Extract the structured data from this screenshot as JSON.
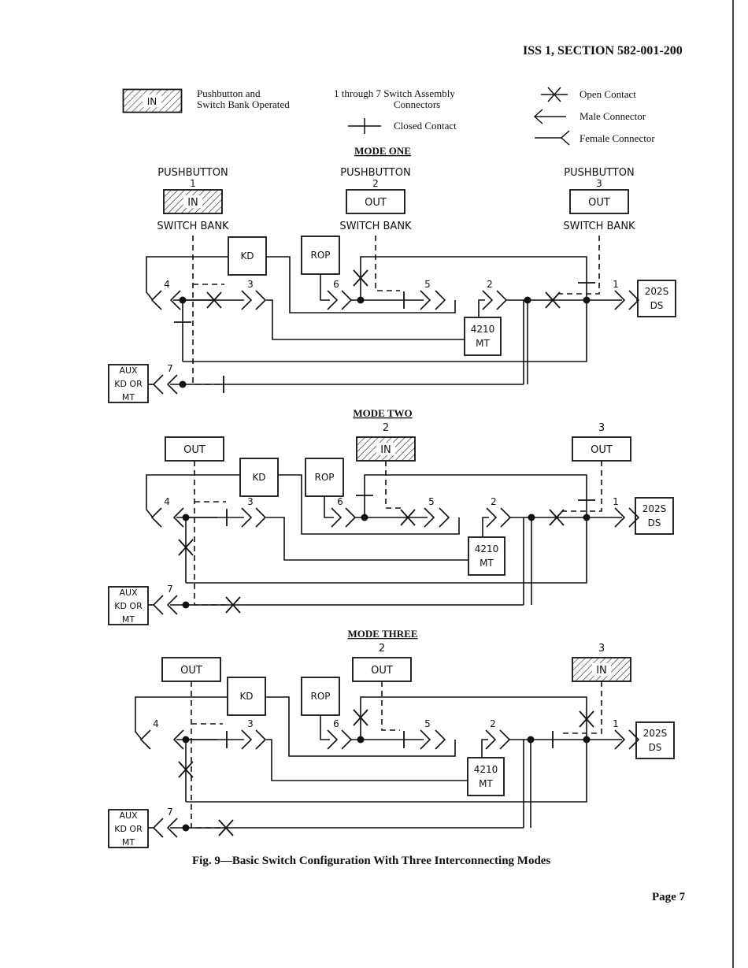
{
  "header": {
    "section": "ISS 1, SECTION 582-001-200"
  },
  "legend": {
    "operated_box_label": "IN",
    "operated_text": [
      "Pushbutton and",
      "Switch Bank Operated"
    ],
    "connectors_text": [
      "1 through 7 Switch Assembly",
      "Connectors"
    ],
    "closed_contact": "Closed Contact",
    "open_contact": "Open Contact",
    "male_connector": "Male Connector",
    "female_connector": "Female Connector"
  },
  "labels": {
    "pushbutton": "PUSHBUTTON",
    "switch_bank": "SWITCH BANK",
    "kd": "KD",
    "rop": "ROP",
    "mt": [
      "4210",
      "MT"
    ],
    "ds": [
      "202S",
      "DS"
    ],
    "aux": [
      "AUX",
      "KD OR",
      "MT"
    ]
  },
  "modes": [
    {
      "title": "MODE ONE",
      "show_pushbutton_labels": true,
      "pushbuttons": [
        {
          "number": "1",
          "state": "IN"
        },
        {
          "number": "2",
          "state": "OUT"
        },
        {
          "number": "3",
          "state": "OUT"
        }
      ],
      "contacts": {
        "c4_3": "open",
        "c4_7": "closed",
        "c7": "closed",
        "c6_top": "open",
        "c6_5": "closed",
        "c2_1": "open",
        "c1_top": "closed"
      },
      "connector_numbers": [
        "4",
        "3",
        "6",
        "5",
        "2",
        "1",
        "7"
      ]
    },
    {
      "title": "MODE TWO",
      "show_pushbutton_labels": false,
      "pushbuttons": [
        {
          "number": "",
          "state": "OUT"
        },
        {
          "number": "2",
          "state": "IN"
        },
        {
          "number": "3",
          "state": "OUT"
        }
      ],
      "contacts": {
        "c4_3": "closed",
        "c4_7": "open",
        "c7": "open",
        "c6_top": "closed",
        "c6_5": "open",
        "c2_1": "open",
        "c1_top": "closed"
      },
      "connector_numbers": [
        "4",
        "3",
        "6",
        "5",
        "2",
        "1",
        "7"
      ]
    },
    {
      "title": "MODE THREE",
      "show_pushbutton_labels": false,
      "pushbuttons": [
        {
          "number": "",
          "state": "OUT"
        },
        {
          "number": "2",
          "state": "OUT"
        },
        {
          "number": "3",
          "state": "IN"
        }
      ],
      "contacts": {
        "c4_3": "closed",
        "c4_7": "open",
        "c7": "open",
        "c6_top": "open",
        "c6_5": "closed",
        "c2_1": "closed",
        "c1_top": "open"
      },
      "connector_numbers": [
        "4",
        "3",
        "6",
        "5",
        "2",
        "1",
        "7"
      ]
    }
  ],
  "caption": "Fig. 9—Basic Switch Configuration With Three Interconnecting Modes",
  "footer": {
    "page": "Page 7"
  }
}
